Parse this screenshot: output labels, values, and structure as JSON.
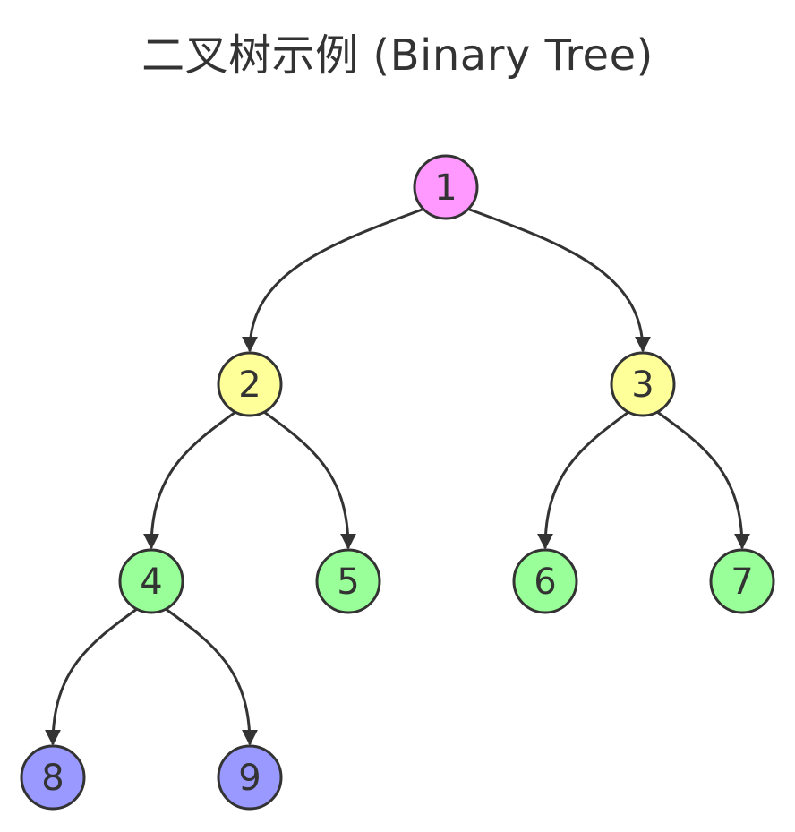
{
  "title": "二叉树示例 (Binary Tree)",
  "colors": {
    "root": "#ff99ff",
    "level2": "#ffff99",
    "level3": "#99ff99",
    "level4": "#9999ff",
    "stroke": "#333333",
    "edge": "#333333"
  },
  "nodes": [
    {
      "id": "n1",
      "label": "1",
      "color_key": "root"
    },
    {
      "id": "n2",
      "label": "2",
      "color_key": "level2"
    },
    {
      "id": "n3",
      "label": "3",
      "color_key": "level2"
    },
    {
      "id": "n4",
      "label": "4",
      "color_key": "level3"
    },
    {
      "id": "n5",
      "label": "5",
      "color_key": "level3"
    },
    {
      "id": "n6",
      "label": "6",
      "color_key": "level3"
    },
    {
      "id": "n7",
      "label": "7",
      "color_key": "level3"
    },
    {
      "id": "n8",
      "label": "8",
      "color_key": "level4"
    },
    {
      "id": "n9",
      "label": "9",
      "color_key": "level4"
    }
  ],
  "edges": [
    {
      "from": "n1",
      "to": "n2"
    },
    {
      "from": "n1",
      "to": "n3"
    },
    {
      "from": "n2",
      "to": "n4"
    },
    {
      "from": "n2",
      "to": "n5"
    },
    {
      "from": "n3",
      "to": "n6"
    },
    {
      "from": "n3",
      "to": "n7"
    },
    {
      "from": "n4",
      "to": "n8"
    },
    {
      "from": "n4",
      "to": "n9"
    }
  ]
}
